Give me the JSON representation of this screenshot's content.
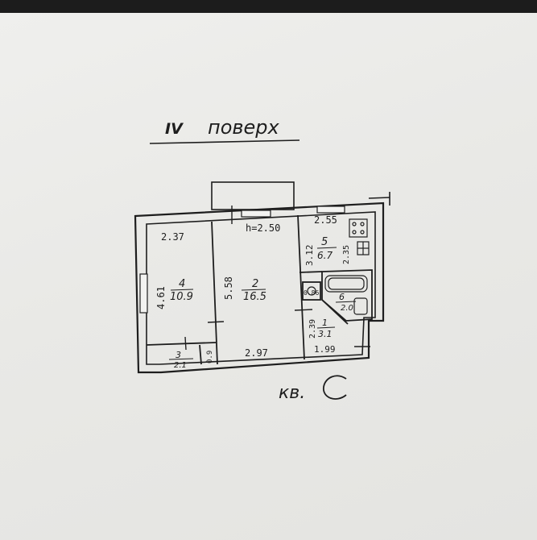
{
  "floor_label": {
    "numeral": "IV",
    "word": "поверх"
  },
  "ceiling_height": "h=2.50",
  "apartment_label": "кв.",
  "rooms": [
    {
      "number": "4",
      "area": "10.9"
    },
    {
      "number": "2",
      "area": "16.5"
    },
    {
      "number": "5",
      "area": "6.7"
    },
    {
      "number": "1",
      "area": "3.1"
    },
    {
      "number": "6",
      "area": "2.0"
    },
    {
      "number": "3",
      "area": "2.1"
    }
  ],
  "dimensions": {
    "room4_width": "2.37",
    "room4_length": "4.61",
    "room2_length": "5.58",
    "room2_width": "2.97",
    "room5_width": "2.55",
    "room5_length": "3.12",
    "room5_right": "2.35",
    "hall_length": "2.39",
    "hall_width": "1.99",
    "wc_width": "0.86",
    "closet_width": "0.9"
  }
}
